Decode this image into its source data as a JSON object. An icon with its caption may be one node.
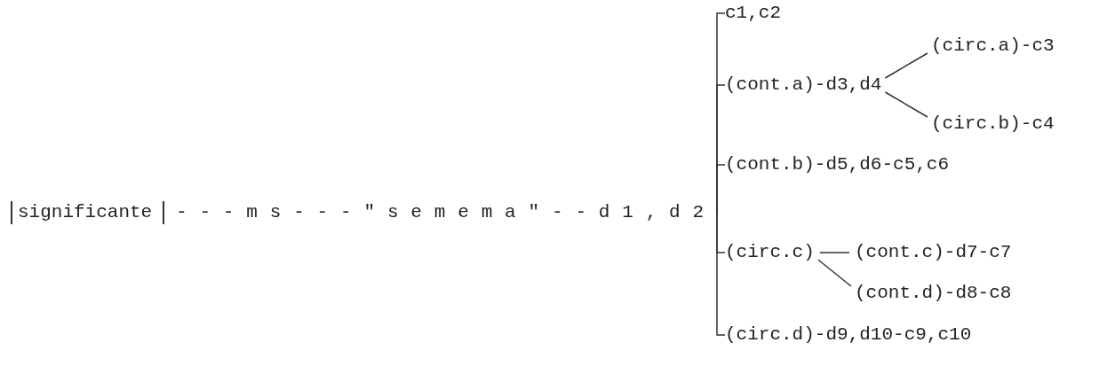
{
  "diagram": {
    "nodes": [
      {
        "text": [
          "significante"
        ]
      },
      {
        "text": [
          "---ms---\"semema\"--d1,d2"
        ]
      },
      {
        "text": [
          "c1,c2"
        ]
      },
      {
        "text": [
          "(cont.a)-d3,d4"
        ]
      },
      {
        "text": [
          "(circ.a)-c3"
        ]
      },
      {
        "text": [
          "(circ.b)-c4"
        ]
      },
      {
        "text": [
          "(cont.b)-d5,d6-c5,c6"
        ]
      },
      {
        "text": [
          "(circ.c)"
        ]
      },
      {
        "text": [
          "(cont.c)-d7-c7"
        ]
      },
      {
        "text": [
          "(cont.d)-d8-c8"
        ]
      },
      {
        "text": [
          "(circ.d)-d9,d10-c9,c10"
        ]
      }
    ],
    "edges": [
      {
        "from": 1,
        "to": 2,
        "arrow": "none"
      },
      {
        "from": 1,
        "to": 3,
        "arrow": "none"
      },
      {
        "from": 1,
        "to": 6,
        "arrow": "none"
      },
      {
        "from": 1,
        "to": 7,
        "arrow": "none"
      },
      {
        "from": 1,
        "to": 10,
        "arrow": "none"
      },
      {
        "from": 3,
        "to": 4,
        "arrow": "none"
      },
      {
        "from": 3,
        "to": 5,
        "arrow": "none"
      },
      {
        "from": 7,
        "to": 8,
        "arrow": "none"
      },
      {
        "from": 7,
        "to": 9,
        "arrow": "none"
      }
    ]
  }
}
